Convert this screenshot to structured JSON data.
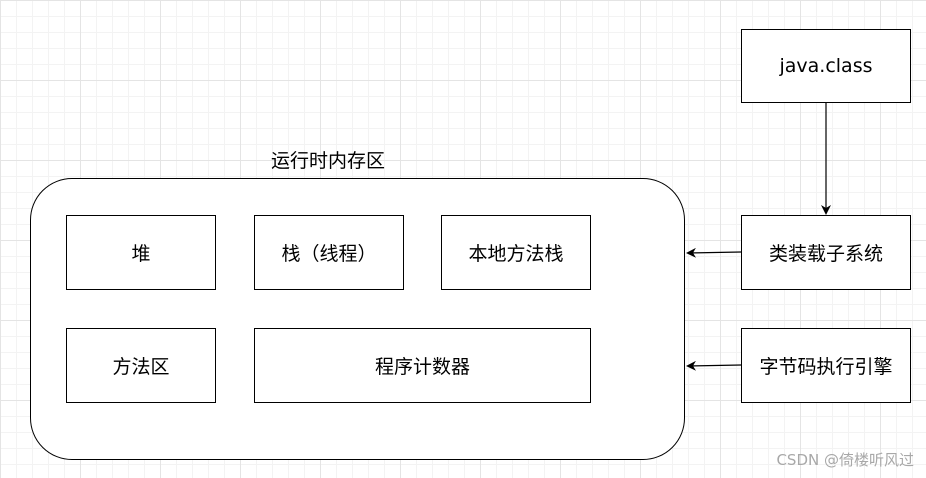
{
  "runtime_area": {
    "title": "运行时内存区",
    "blocks": {
      "heap": "堆",
      "stack": "栈（线程）",
      "native_stack": "本地方法栈",
      "method_area": "方法区",
      "pc": "程序计数器"
    }
  },
  "java_class": "java.class",
  "class_loader": "类装载子系统",
  "bytecode_engine": "字节码执行引擎",
  "watermark": "CSDN @倚楼听风过"
}
